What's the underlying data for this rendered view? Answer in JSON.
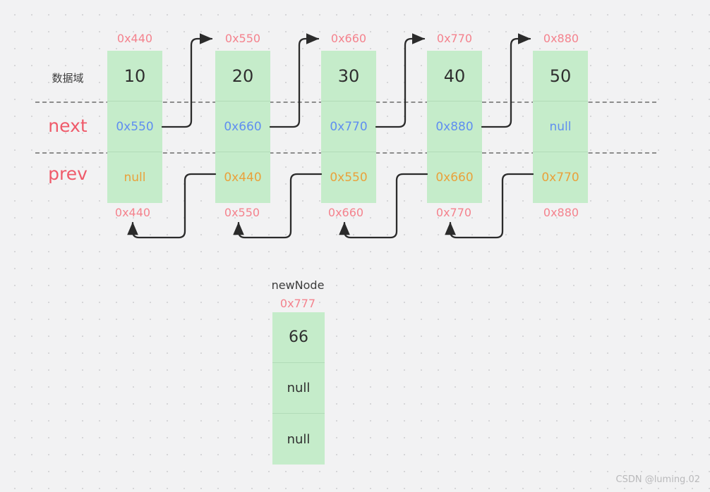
{
  "diagram": {
    "title": "doubly-linked-list-insert",
    "background_color": "#f2f2f3",
    "node_fill_color": "#c5ecca",
    "address_color": "#f4828d",
    "next_value_color": "#5f8ef0",
    "prev_value_color": "#e9a13b"
  },
  "row_labels": {
    "data": "数据域",
    "next": "next",
    "prev": "prev"
  },
  "nodes": [
    {
      "top_address": "0x440",
      "bottom_address": "0x440",
      "data": "10",
      "next": "0x550",
      "prev": "null"
    },
    {
      "top_address": "0x550",
      "bottom_address": "0x550",
      "data": "20",
      "next": "0x660",
      "prev": "0x440"
    },
    {
      "top_address": "0x660",
      "bottom_address": "0x660",
      "data": "30",
      "next": "0x770",
      "prev": "0x550"
    },
    {
      "top_address": "0x770",
      "bottom_address": "0x770",
      "data": "40",
      "next": "0x880",
      "prev": "0x660"
    },
    {
      "top_address": "0x880",
      "bottom_address": "0x880",
      "data": "50",
      "next": "null",
      "prev": "0x770"
    }
  ],
  "new_node": {
    "label": "newNode",
    "address": "0x777",
    "data": "66",
    "next": "null",
    "prev": "null"
  },
  "watermark": "CSDN @luming.02"
}
